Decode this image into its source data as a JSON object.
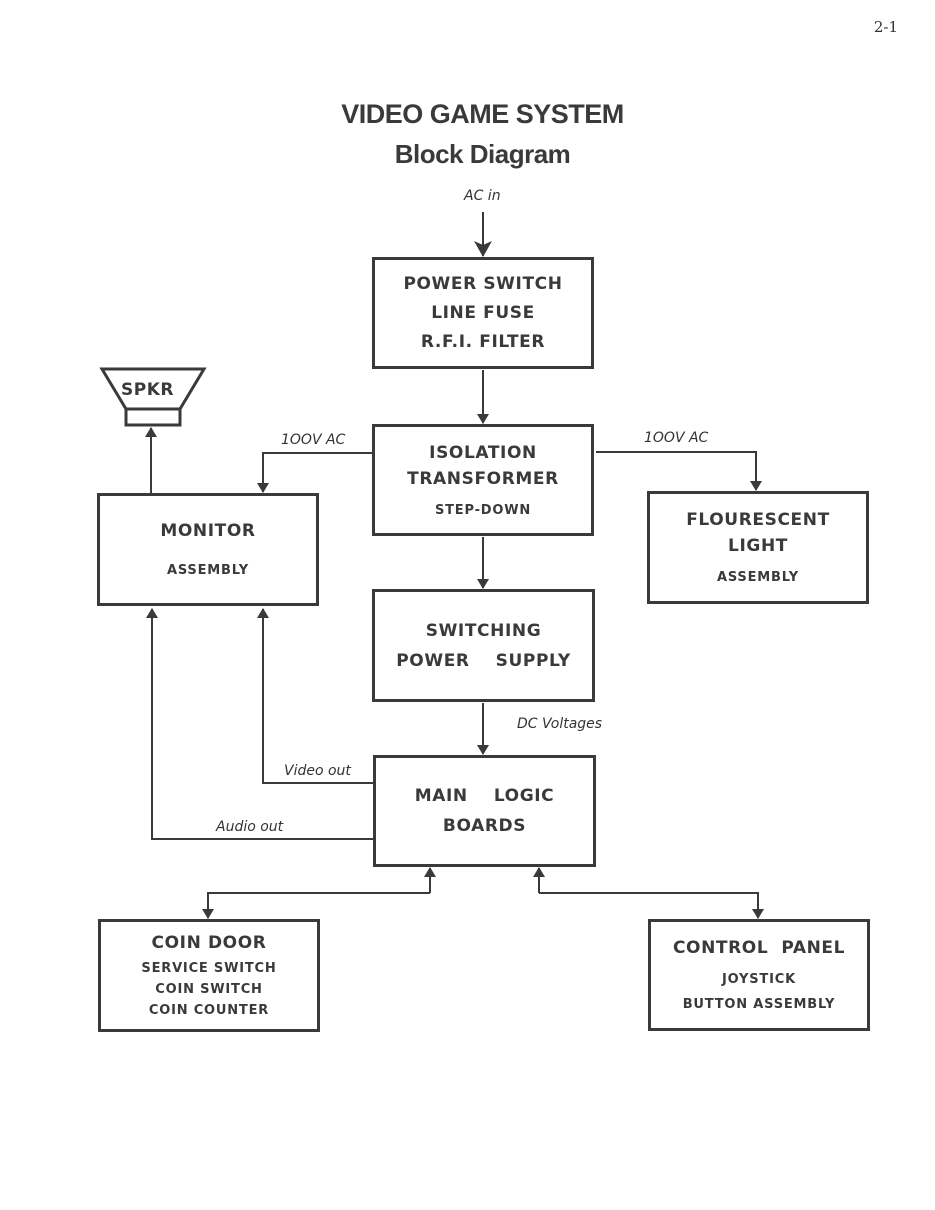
{
  "page_number": "2-1",
  "title": "VIDEO GAME SYSTEM",
  "subtitle": "Block Diagram",
  "labels": {
    "ac_in": "AC in",
    "ac_left": "1OOV AC",
    "ac_right": "1OOV AC",
    "dc_voltages": "DC Voltages",
    "video_out": "Video out",
    "audio_out": "Audio out"
  },
  "speaker": {
    "label": "SPKR"
  },
  "blocks": {
    "power": [
      "POWER SWITCH",
      "LINE FUSE",
      "R.F.I. FILTER"
    ],
    "isolation": {
      "title1": "ISOLATION",
      "title2": "TRANSFORMER",
      "sub": "STEP-DOWN"
    },
    "monitor": {
      "title": "MONITOR",
      "sub": "ASSEMBLY"
    },
    "light": {
      "title1": "FLOURESCENT",
      "title2": "LIGHT",
      "sub": "ASSEMBLY"
    },
    "psu": {
      "line1": "SWITCHING",
      "line2": "POWER    SUPPLY"
    },
    "logic": {
      "line1": "MAIN    LOGIC",
      "line2": "BOARDS"
    },
    "coin": {
      "title": "COIN DOOR",
      "items": [
        "SERVICE SWITCH",
        "COIN SWITCH",
        "COIN COUNTER"
      ]
    },
    "control": {
      "title": "CONTROL  PANEL",
      "items": [
        "JOYSTICK",
        "BUTTON ASSEMBLY"
      ]
    }
  }
}
